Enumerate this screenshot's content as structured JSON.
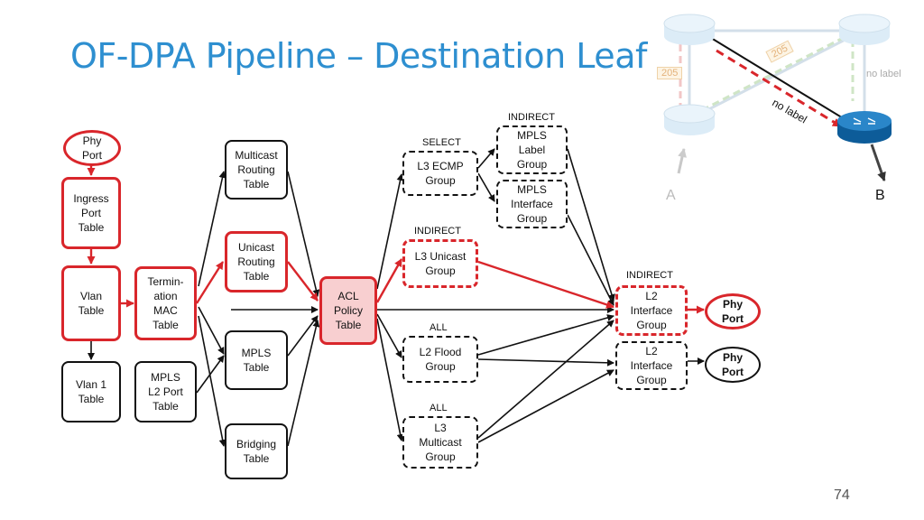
{
  "title": "OF-DPA Pipeline – Destination Leaf (V)",
  "slide_number": "74",
  "tables": {
    "phy_port_in": "Phy\nPort",
    "ingress_port": "Ingress\nPort\nTable",
    "vlan": "Vlan\nTable",
    "vlan1": "Vlan 1\nTable",
    "termination_mac": "Termin-\nation\nMAC\nTable",
    "mpls_l2_port": "MPLS\nL2 Port\nTable",
    "multicast_routing": "Multicast\nRouting\nTable",
    "unicast_routing": "Unicast\nRouting\nTable",
    "mpls": "MPLS\nTable",
    "bridging": "Bridging\nTable",
    "acl_policy": "ACL\nPolicy\nTable"
  },
  "groups": {
    "l3_ecmp": {
      "type": "SELECT",
      "label": "L3 ECMP\nGroup"
    },
    "mpls_label": {
      "type": "INDIRECT",
      "label": "MPLS\nLabel\nGroup"
    },
    "mpls_interface": {
      "label": "MPLS\nInterface\nGroup"
    },
    "l3_unicast": {
      "type": "INDIRECT",
      "label": "L3 Unicast\nGroup"
    },
    "l2_flood": {
      "type": "ALL",
      "label": "L2 Flood\nGroup"
    },
    "l3_multicast": {
      "type": "ALL",
      "label": "L3\nMulticast\nGroup"
    },
    "l2_interface_1": {
      "type": "INDIRECT",
      "label": "L2\nInterface\nGroup"
    },
    "l2_interface_2": {
      "label": "L2\nInterface\nGroup"
    }
  },
  "out_ports": {
    "port1": "Phy\nPort",
    "port2": "Phy\nPort"
  },
  "inset": {
    "label_a": "A",
    "label_b": "B",
    "tag_left": "205",
    "tag_mid": "205",
    "no_label_right": "no label",
    "no_label_diag": "no label"
  },
  "colors": {
    "accent_red": "#d9262b",
    "title_blue": "#2e8fd0",
    "acl_fill": "#f8cfd0"
  }
}
